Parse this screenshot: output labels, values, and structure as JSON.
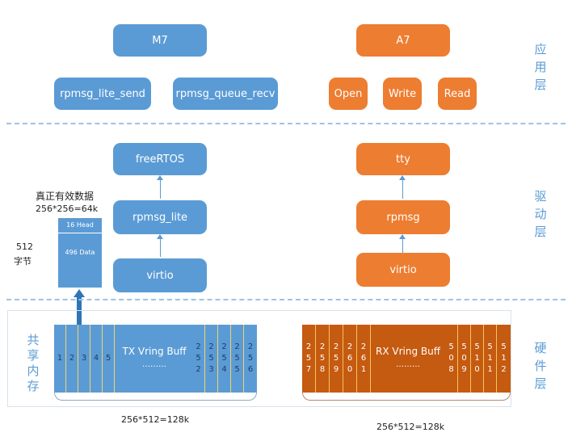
{
  "app_layer": {
    "m7": "M7",
    "m7_send": "rpmsg_lite_send",
    "m7_recv": "rpmsg_queue_recv",
    "a7": "A7",
    "open": "Open",
    "write": "Write",
    "read": "Read",
    "label": "应\n用\n层"
  },
  "driver_layer": {
    "freertos": "freeRTOS",
    "rpmsg_lite": "rpmsg_lite",
    "virtio_left": "virtio",
    "tty": "tty",
    "rpmsg": "rpmsg",
    "virtio_right": "virtio",
    "label": "驱\n动\n层"
  },
  "hardware_layer": {
    "label": "硬\n件\n层",
    "shared_memory": "共\n享\n内\n存",
    "tx_label": "TX Vring Buff",
    "tx_dots": "………",
    "rx_label": "RX Vring Buff",
    "rx_dots": "………",
    "tx_size": "256*512=128k",
    "rx_size": "256*512=128k",
    "tx_cells_left": [
      "1",
      "2",
      "3",
      "4",
      "5"
    ],
    "tx_cells_right": [
      "252",
      "253",
      "254",
      "255",
      "256"
    ],
    "rx_cells_left": [
      "257",
      "258",
      "259",
      "260",
      "261"
    ],
    "rx_cells_right": [
      "508",
      "509",
      "510",
      "511",
      "512"
    ]
  },
  "buffer_detail": {
    "title": "真正有效数据",
    "size": "256*256=64k",
    "bytes_num": "512",
    "bytes_unit": "字节",
    "head": "16 Head",
    "data": "496 Data"
  },
  "colors": {
    "blue": "#5b9bd5",
    "orange": "#ed7d31",
    "rx_fill": "#c55a11",
    "dash": "#9dc3e6"
  }
}
